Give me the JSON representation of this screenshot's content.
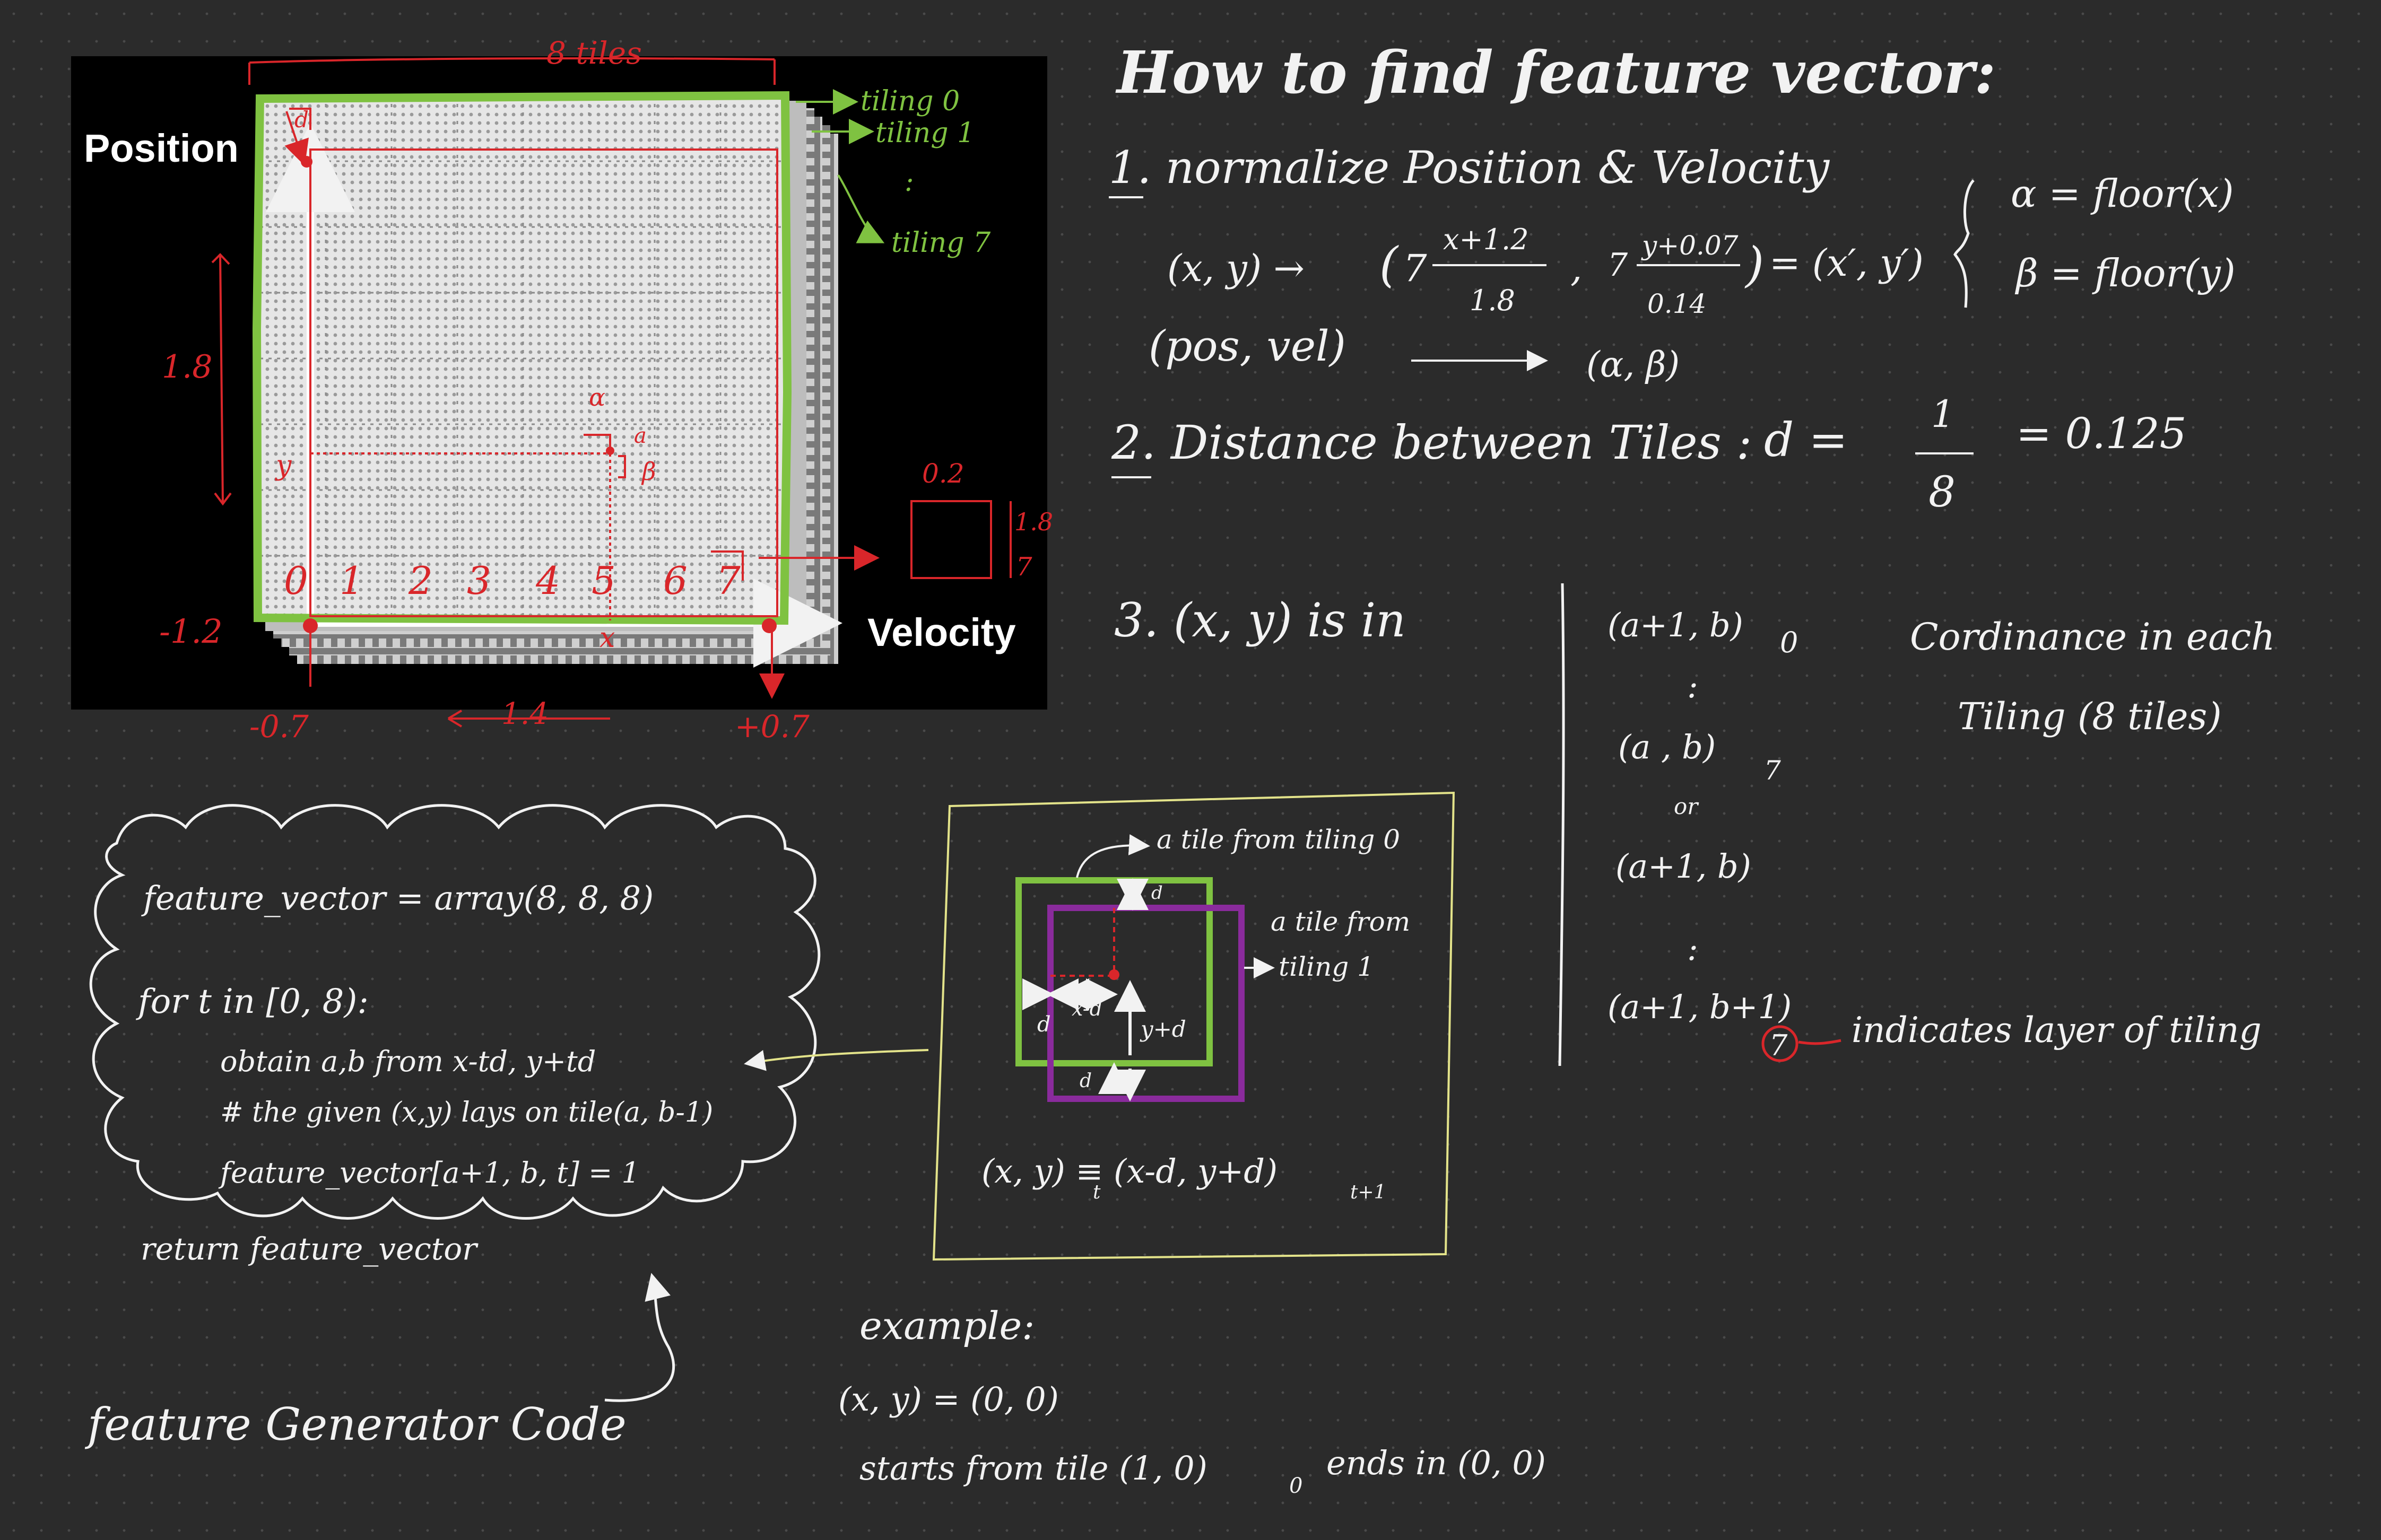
{
  "figure": {
    "axis_position": "Position",
    "axis_velocity": "Velocity",
    "label_8_tiles": "8 tiles",
    "tiling_0": "tiling 0",
    "tiling_1": "tiling 1",
    "tiling_dots": ":",
    "tiling_7": "tiling 7",
    "label_1_8": "1.8",
    "label_minus_1_2": "-1.2",
    "label_minus_0_7": "-0.7",
    "label_1_4": "1.4",
    "label_plus_0_7": "+0.7",
    "label_0_2": "0.2",
    "label_0_2_side": "1.8",
    "label_0_2_side2": "7",
    "label_d_top": "d",
    "label_alpha": "α",
    "label_a": "a",
    "label_beta": "β",
    "label_y": "y",
    "label_x": "x",
    "tile_numbers": [
      "0",
      "1",
      "2",
      "3",
      "4",
      "5",
      "6",
      "7"
    ]
  },
  "notes": {
    "title": "How to find feature vector:",
    "step1": "1. normalize Position & Velocity",
    "eq1_left": "(x, y) →",
    "eq1_frac1_num": "x+1.2",
    "eq1_frac1_den": "1.8",
    "eq1_frac2_num": "y+0.07",
    "eq1_frac2_den": "0.14",
    "eq1_right": "= (x′, y′)",
    "coef7a": "7",
    "coef7b": "7",
    "alpha_def": "α  = floor(x)",
    "beta_def": "β  = floor(y)",
    "pos_vel": "(pos, vel)",
    "arrow_alpha_beta": "(α, β)",
    "step2": "2. Distance between Tiles :",
    "d_eq": "d =",
    "frac_num": "1",
    "frac_den": "8",
    "d_val": "= 0.125",
    "step3": "3. (x, y) is in",
    "case1": "(a+1, b)",
    "case1_sub": "0",
    "case_dots1": ":",
    "case2": "(a , b)",
    "case2_sub": "7",
    "case_or": "or",
    "case3": "(a+1, b)",
    "case_dots2": ":",
    "case4": "(a+1, b+1)",
    "case4_sub": "7",
    "indicates": "indicates layer of tiling",
    "coord_note_1": "Cordinance in each",
    "coord_note_2": "Tiling (8 tiles)"
  },
  "code_cloud": {
    "line1": "feature_vector = array(8, 8, 8)",
    "line2": "for t in [0, 8):",
    "line3": "obtain a,b from x-td, y+td",
    "line4": "# the given (x,y) lays on tile(a, b-1)",
    "line5": "feature_vector[a+1, b, t] = 1",
    "line6": "return feature_vector",
    "caption": "feature Generator Code"
  },
  "tile_diagram": {
    "tiling0_label": "a tile from tiling 0",
    "tiling1_label_1": "a tile from",
    "tiling1_label_2": "tiling 1",
    "d_top": "d",
    "d_left": "d",
    "x_minus_d": "x-d",
    "y_plus_d": "y+d",
    "d_bottom": "d",
    "equiv": "(x, y)  ≡ (x-d, y+d)",
    "sub_t": "t",
    "sub_t1": "t+1"
  },
  "example": {
    "title": "example:",
    "line1": "(x, y) = (0, 0)",
    "line2": "starts from tile (1, 0)",
    "line2_sub": "0",
    "line3": "ends in (0, 0)"
  },
  "colors": {
    "background": "#2b2b2b",
    "ink_white": "#f2f2f2",
    "ink_red": "#d9262a",
    "green": "#7fc241",
    "purple": "#8a2b9c",
    "yellow_box": "#e3e38a"
  }
}
